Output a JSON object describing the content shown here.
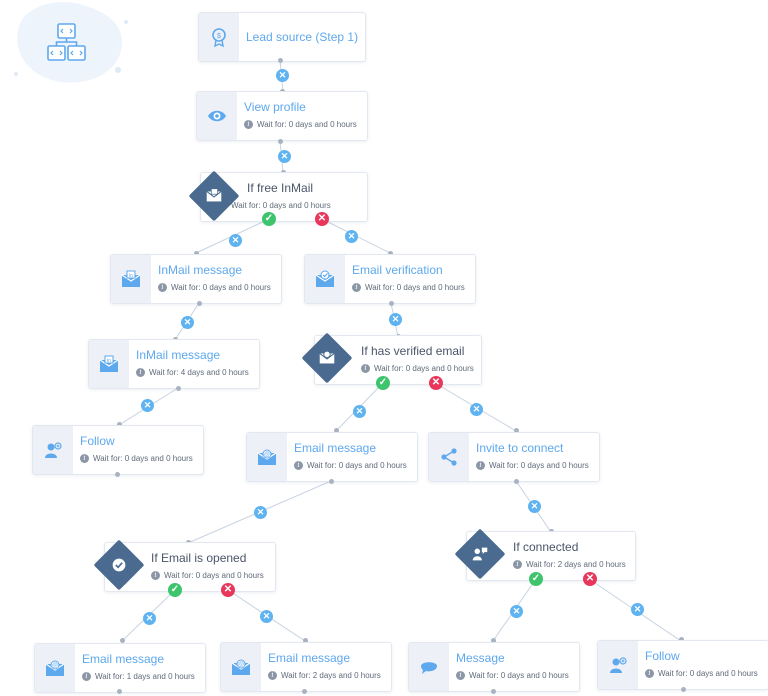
{
  "colors": {
    "link": "#5ea8ee",
    "node_bg": "#edf1f7",
    "diamond": "#4a6b8f",
    "yes": "#3ec46d",
    "no": "#e8375a",
    "add": "#5eb3f0"
  },
  "wait_prefix": "Wait for:",
  "nodes": {
    "lead_source": {
      "title": "Lead source (Step 1)",
      "icon": "certificate-icon"
    },
    "view_profile": {
      "title": "View profile",
      "wait": "0 days and 0 hours",
      "icon": "eye-icon"
    },
    "if_free_inmail": {
      "title": "If free InMail",
      "wait": "0 days and 0 hours",
      "icon": "inmail-envelope-icon"
    },
    "inmail_1": {
      "title": "InMail message",
      "wait": "0 days and 0 hours",
      "icon": "inmail-envelope-icon"
    },
    "email_verification": {
      "title": "Email verification",
      "wait": "0 days and 0 hours",
      "icon": "verified-envelope-icon"
    },
    "inmail_2": {
      "title": "InMail message",
      "wait": "4 days and 0 hours",
      "icon": "inmail-envelope-icon"
    },
    "if_verified_email": {
      "title": "If has verified email",
      "wait": "0 days and 0 hours",
      "icon": "at-envelope-icon"
    },
    "follow_1": {
      "title": "Follow",
      "wait": "0 days and 0 hours",
      "icon": "follow-user-icon"
    },
    "email_message_1": {
      "title": "Email message",
      "wait": "0 days and 0 hours",
      "icon": "at-envelope-icon"
    },
    "invite_connect": {
      "title": "Invite to connect",
      "wait": "0 days and 0 hours",
      "icon": "share-icon"
    },
    "if_email_opened": {
      "title": "If Email is opened",
      "wait": "0 days and 0 hours",
      "icon": "check-circle-icon"
    },
    "if_connected": {
      "title": "If connected",
      "wait": "2 days and 0 hours",
      "icon": "handshake-icon"
    },
    "email_message_2": {
      "title": "Email message",
      "wait": "1 days and 0 hours",
      "icon": "at-envelope-icon"
    },
    "email_message_3": {
      "title": "Email message",
      "wait": "2 days and 0 hours",
      "icon": "at-envelope-icon"
    },
    "message": {
      "title": "Message",
      "wait": "0 days and 0 hours",
      "icon": "chat-bubble-icon"
    },
    "follow_2": {
      "title": "Follow",
      "wait": "0 days and 0 hours",
      "icon": "follow-user-icon"
    }
  },
  "branch_symbols": {
    "yes": "✓",
    "no": "✕",
    "add": "✕"
  }
}
